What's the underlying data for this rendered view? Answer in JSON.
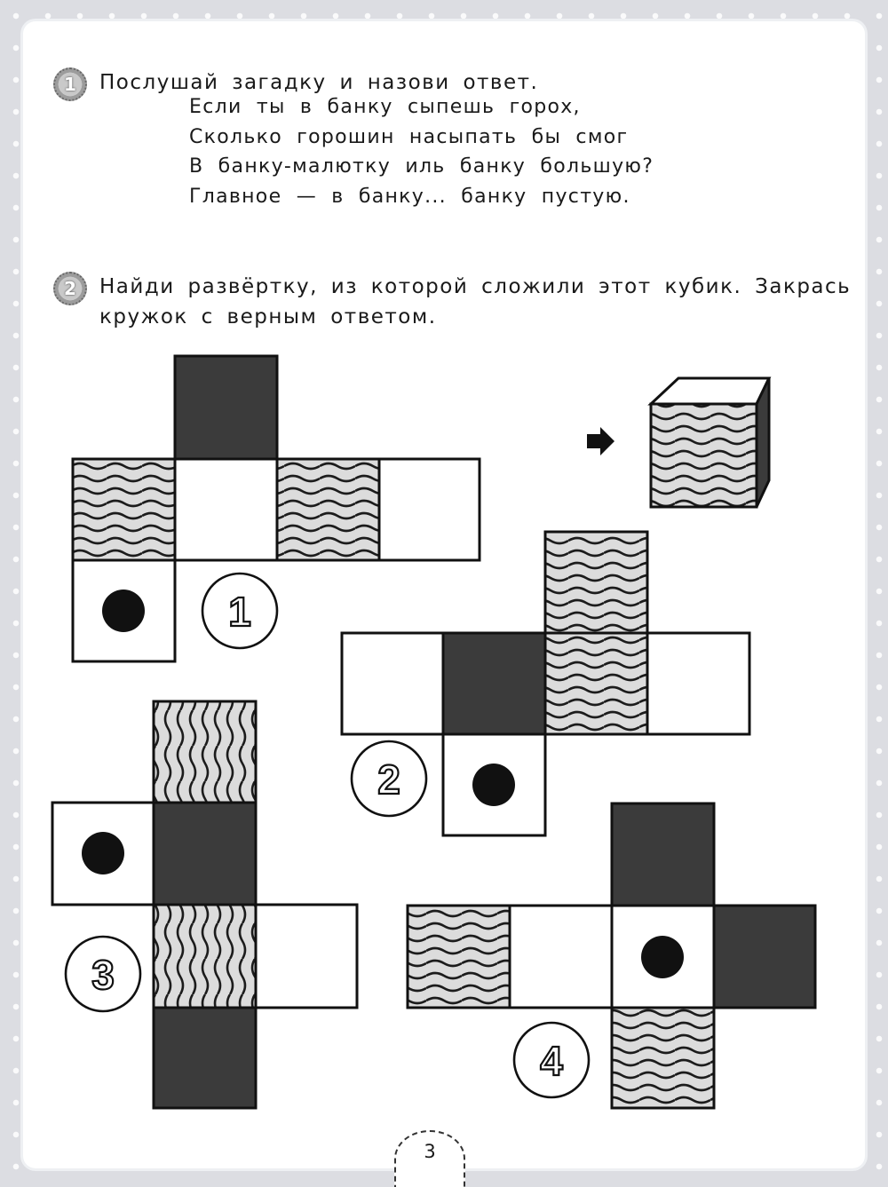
{
  "task1": {
    "number": "1",
    "instruction": "Послушай загадку и назови ответ.",
    "poem": [
      "Если ты в банку сыпешь горох,",
      "Сколько горошин насыпать бы смог",
      "В банку-малютку иль банку большую?",
      "Главное — в банку... банку пустую."
    ]
  },
  "task2": {
    "number": "2",
    "instruction_line1": "Найди развёртку, из которой сложили этот кубик. Закрась",
    "instruction_line2": "кружок с верным ответом.",
    "options": [
      "1",
      "2",
      "3",
      "4"
    ]
  },
  "page_number": "3",
  "colors": {
    "dark_face": "#3b3b3b",
    "wave_face_bg": "#d8d8d8",
    "outline": "#111111"
  }
}
